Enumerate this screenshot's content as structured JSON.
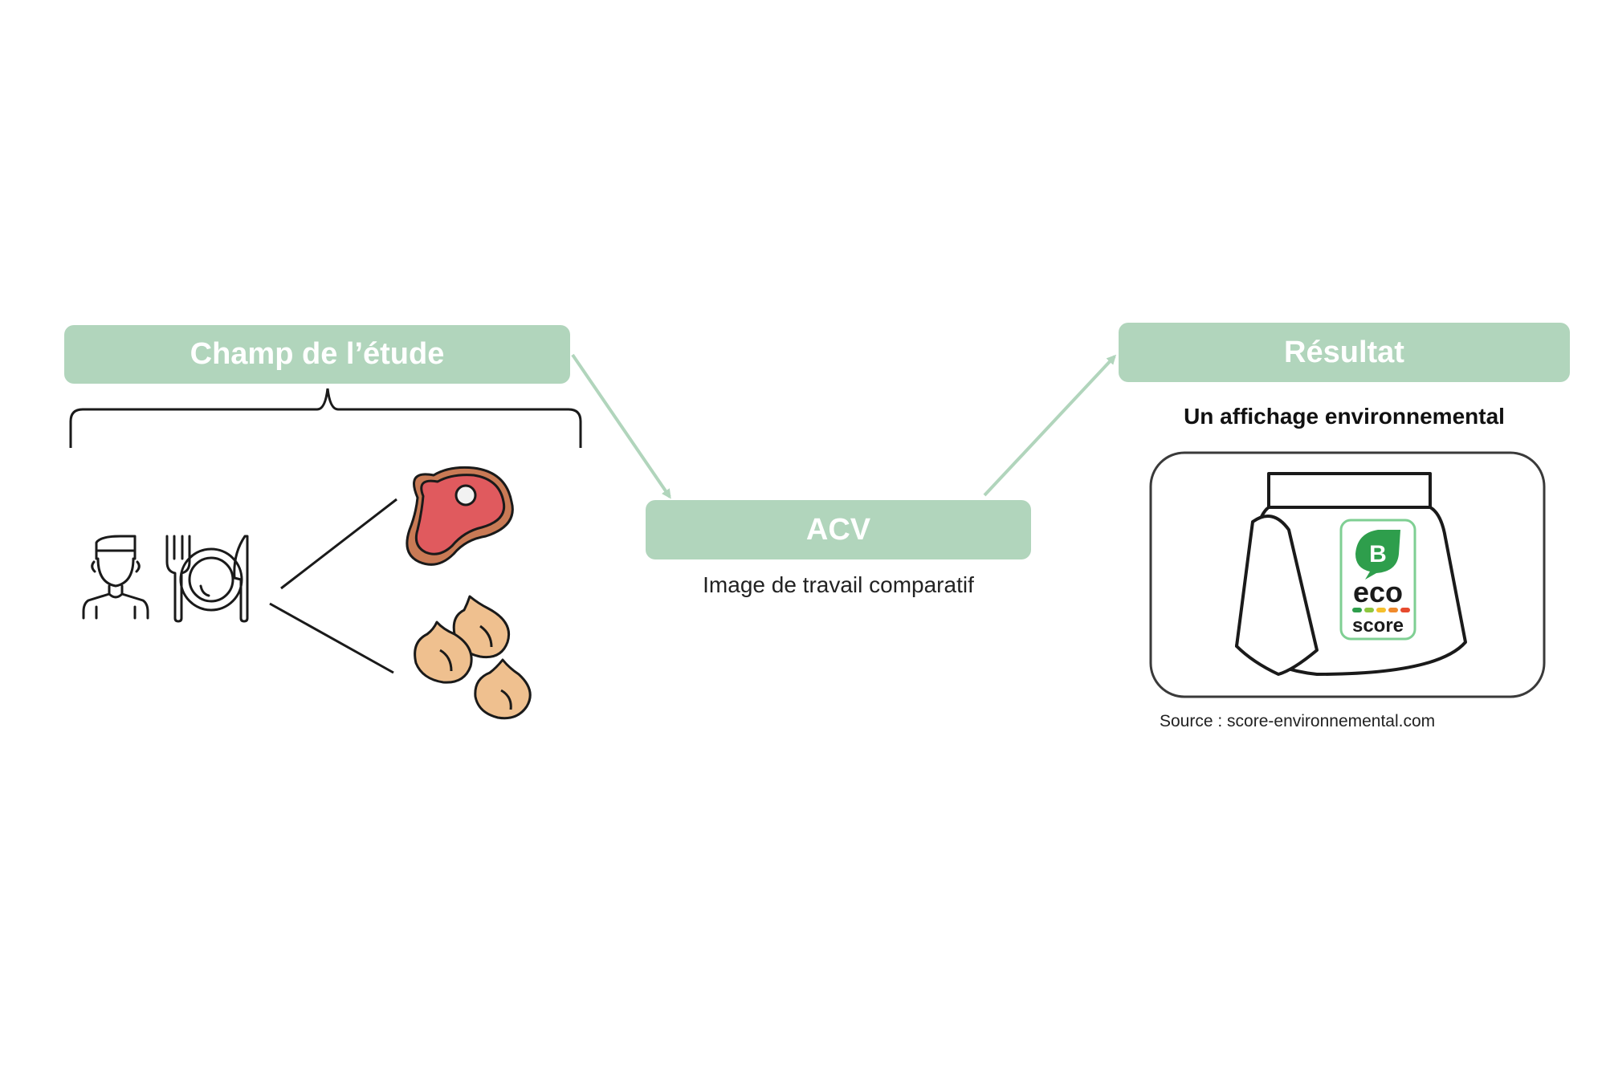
{
  "diagram": {
    "scope_label": "Champ de l’étude",
    "acv_label": "ACV",
    "acv_caption": "Image de travail comparatif",
    "result_label": "Résultat",
    "result_caption": "Un affichage environnemental",
    "source": "Source : score-environnemental.com",
    "ecoscore": {
      "grade": "B",
      "word_top": "eco",
      "word_bottom": "score"
    }
  },
  "colors": {
    "box_fill": "#b1d5bc",
    "arrow": "#b1d5bc",
    "meat_red": "#e05a5e",
    "meat_rim": "#c97a55",
    "chickpea": "#efc08f",
    "ecoscore_green": "#2e9e4c",
    "ink": "#1a1a1a"
  },
  "icons": [
    "person-icon",
    "plate-cutlery-icon",
    "steak-icon",
    "chickpeas-icon",
    "food-package-icon",
    "ecoscore-badge-icon"
  ]
}
